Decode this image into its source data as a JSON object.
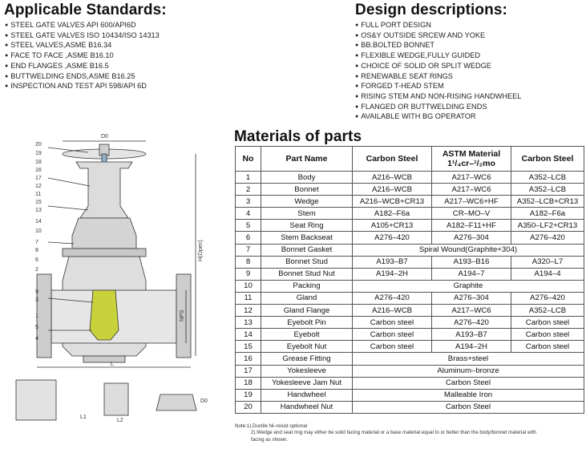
{
  "applicable_standards": {
    "title": "Applicable Standards:",
    "items": [
      "STEEL GATE VALVES API 600/API6D",
      "STEEL GATE VALVES ISO 10434/ISO 14313",
      "STEEL VALVES,ASME B16.34",
      "FACE TO FACE ,ASME B16.10",
      "END FLANGES ,ASME B16.5",
      "BUTTWELDING ENDS,ASME B16.25",
      "INSPECTION AND TEST API 598/API 6D"
    ]
  },
  "design_descriptions": {
    "title": "Design descriptions:",
    "items": [
      "FULL PORT DESIGN",
      "OS&Y OUTSIDE SRCEW AND YOKE",
      "BB.BOLTED BONNET",
      "FLEXIBLE WEDGE,FULLY GUIDED",
      "CHOICE OF SOLID OR SPLIT WEDGE",
      "RENEWABLE SEAT RINGS",
      "FORGED T-HEAD STEM",
      "RISING STEM AND NON-RISING HANDWHEEL",
      "FLANGED OR BUTTWELDING ENDS",
      "AVAILABLE WITH BG OPERATOR"
    ]
  },
  "drawing": {
    "dim_labels": {
      "d0": "D0",
      "h_open": "H(Open)",
      "nps": "NPS",
      "l": "L",
      "l1": "L1",
      "l2": "L2",
      "d0_side": "D0"
    },
    "callouts": [
      "20",
      "19",
      "18",
      "16",
      "17",
      "12",
      "11",
      "15",
      "13",
      "14",
      "10",
      "7",
      "8",
      "6",
      "2",
      "9",
      "3",
      "1",
      "5",
      "4"
    ]
  },
  "materials": {
    "title": "Materials of parts",
    "headers": {
      "no": "No",
      "part": "Part Name",
      "col1": "Carbon Steel",
      "col2_line1": "ASTM Material",
      "col2_line2": "1¹/₄cr–¹/₂mo",
      "col3": "Carbon Steel"
    },
    "rows": [
      {
        "no": "1",
        "part": "Body",
        "c1": "A216–WCB",
        "c2": "A217–WC6",
        "c3": "A352–LCB"
      },
      {
        "no": "2",
        "part": "Bonnet",
        "c1": "A216–WCB",
        "c2": "A217–WC6",
        "c3": "A352–LCB"
      },
      {
        "no": "3",
        "part": "Wedge",
        "c1": "A216–WCB+CR13",
        "c2": "A217–WC6+HF",
        "c3": "A352–LCB+CR13"
      },
      {
        "no": "4",
        "part": "Stem",
        "c1": "A182–F6a",
        "c2": "CR–MO–V",
        "c3": "A182–F6a"
      },
      {
        "no": "5",
        "part": "Seat Ring",
        "c1": "A105+CR13",
        "c2": "A182–F11+HF",
        "c3": "A350–LF2+CR13"
      },
      {
        "no": "6",
        "part": "Stem Backseat",
        "c1": "A276–420",
        "c2": "A276–304",
        "c3": "A276–420"
      },
      {
        "no": "7",
        "part": "Bonnet Gasket",
        "span": "Spiral Wound(Graphite+304)"
      },
      {
        "no": "8",
        "part": "Bonnet Stud",
        "c1": "A193–B7",
        "c2": "A193–B16",
        "c3": "A320–L7"
      },
      {
        "no": "9",
        "part": "Bonnet Stud Nut",
        "c1": "A194–2H",
        "c2": "A194–7",
        "c3": "A194–4"
      },
      {
        "no": "10",
        "part": "Packing",
        "span": "Graphite"
      },
      {
        "no": "11",
        "part": "Gland",
        "c1": "A276–420",
        "c2": "A276–304",
        "c3": "A276–420"
      },
      {
        "no": "12",
        "part": "Gland Flange",
        "c1": "A216–WCB",
        "c2": "A217–WC6",
        "c3": "A352–LCB"
      },
      {
        "no": "13",
        "part": "Eyebolt Pin",
        "c1": "Carbon steel",
        "c2": "A276–420",
        "c3": "Carbon steel"
      },
      {
        "no": "14",
        "part": "Eyebolt",
        "c1": "Carbon steel",
        "c2": "A193–B7",
        "c3": "Carbon steel"
      },
      {
        "no": "15",
        "part": "Eyebolt Nut",
        "c1": "Carbon steel",
        "c2": "A194–2H",
        "c3": "Carbon steel"
      },
      {
        "no": "16",
        "part": "Grease Fitting",
        "span": "Brass+steel"
      },
      {
        "no": "17",
        "part": "Yokesleeve",
        "span": "Aluminum–bronze"
      },
      {
        "no": "18",
        "part": "Yokesleeve Jam Nut",
        "span": "Carbon Steel"
      },
      {
        "no": "19",
        "part": "Handwheel",
        "span": "Malleable Iron"
      },
      {
        "no": "20",
        "part": "Handwheel Nut",
        "span": "Carbon Steel"
      }
    ],
    "notes": [
      "Note:1).Ductile Ni–resist optional",
      "2).Wedge and seat ring may either be solid facing material or a base material equal to or better than the body/bonnet material with",
      "facing as shown."
    ]
  },
  "colors": {
    "wedge": "#c8d23a",
    "stem": "#8fb0c8",
    "body": "#d8d8d8",
    "line": "#333333"
  }
}
